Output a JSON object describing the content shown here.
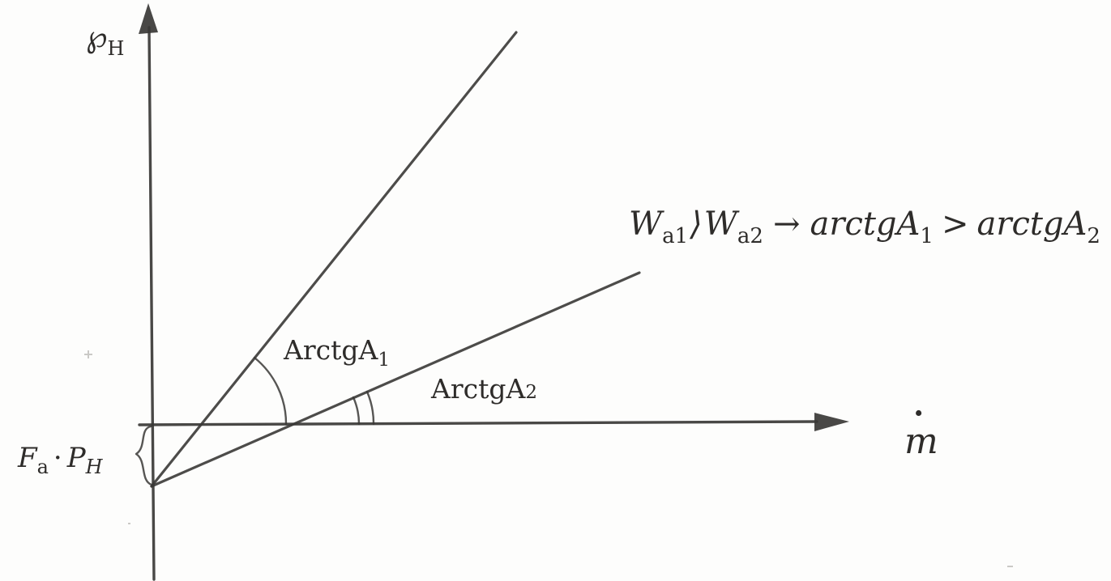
{
  "diagram": {
    "y_axis": {
      "symbol": "℘",
      "subscript": "H"
    },
    "x_axis": {
      "symbol": "m",
      "overdot": "·"
    },
    "angle1": {
      "label": "ArctgA",
      "subscript": "1"
    },
    "angle2": {
      "label": "ArctgA",
      "subscript": "2"
    },
    "intercept": {
      "term1": "F",
      "term1_sub": "a",
      "operator": "·",
      "term2": "P",
      "term2_sub": "H"
    },
    "annotation": {
      "lhs1": "W",
      "lhs1_sub": "a1",
      "relation1": "⟩",
      "lhs2": "W",
      "lhs2_sub": "a2",
      "arrow": "→",
      "rhs1": "arctgA",
      "rhs1_sub": "1",
      "relation2": ">",
      "rhs2": "arctgA",
      "rhs2_sub": "2"
    }
  }
}
